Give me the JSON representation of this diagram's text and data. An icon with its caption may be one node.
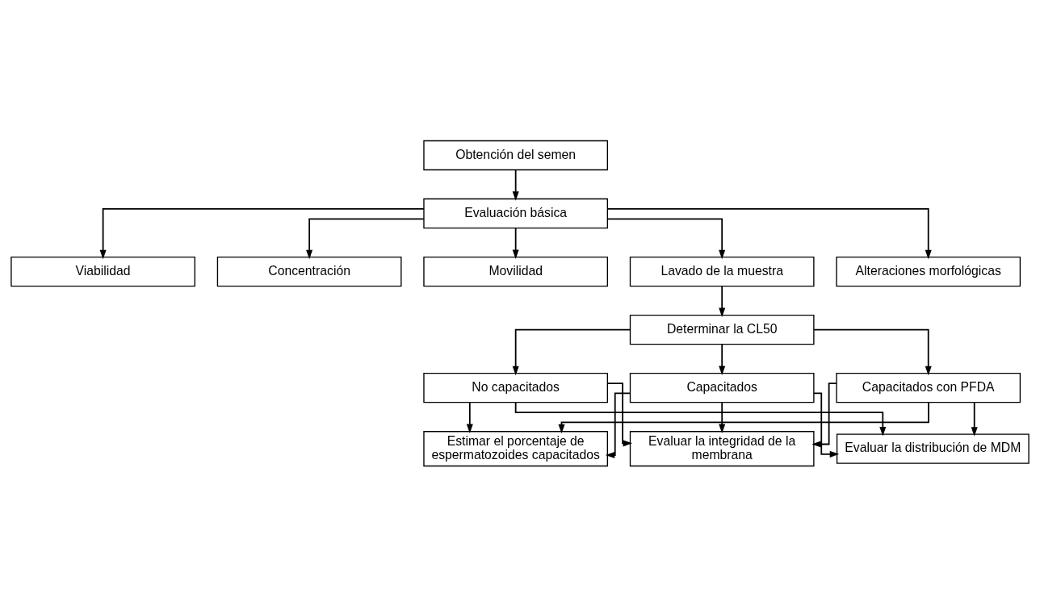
{
  "diagram": {
    "nodes": [
      {
        "text": [
          "Obtención del semen"
        ]
      },
      {
        "text": [
          "Viabilidad"
        ]
      },
      {
        "text": [
          "Concentración"
        ]
      },
      {
        "text": [
          "Evaluación básica"
        ]
      },
      {
        "text": [
          "Movilidad"
        ]
      },
      {
        "text": [
          "Lavado de la muestra"
        ]
      },
      {
        "text": [
          "Alteraciones morfológicas"
        ]
      },
      {
        "text": [
          "Determinar la CL50"
        ]
      },
      {
        "text": [
          "No capacitados"
        ]
      },
      {
        "text": [
          "Capacitados"
        ]
      },
      {
        "text": [
          "Capacitados con PFDA"
        ]
      },
      {
        "text": [
          "Estimar el porcentaje de espermatozoides capacitados"
        ]
      },
      {
        "text": [
          "Evaluar la integridad de la membrana"
        ]
      },
      {
        "text": [
          "Evaluar la distribución de MDM"
        ]
      }
    ],
    "edges": [
      {
        "from": 0,
        "to": 3,
        "arrow": "to"
      },
      {
        "from": 3,
        "to": 1,
        "arrow": "to"
      },
      {
        "from": 3,
        "to": 2,
        "arrow": "to"
      },
      {
        "from": 3,
        "to": 4,
        "arrow": "to"
      },
      {
        "from": 3,
        "to": 6,
        "arrow": "to"
      },
      {
        "from": 3,
        "to": 5,
        "arrow": "to"
      },
      {
        "from": 5,
        "to": 7,
        "arrow": "to"
      },
      {
        "from": 7,
        "to": 8,
        "arrow": "to"
      },
      {
        "from": 7,
        "to": 9,
        "arrow": "to"
      },
      {
        "from": 7,
        "to": 10,
        "arrow": "to"
      },
      {
        "from": 8,
        "to": 11,
        "arrow": "to"
      },
      {
        "from": 8,
        "to": 12,
        "arrow": "to"
      },
      {
        "from": 8,
        "to": 13,
        "arrow": "to"
      },
      {
        "from": 9,
        "to": 11,
        "arrow": "to"
      },
      {
        "from": 9,
        "to": 12,
        "arrow": "to"
      },
      {
        "from": 9,
        "to": 13,
        "arrow": "to"
      },
      {
        "from": 10,
        "to": 11,
        "arrow": "to"
      },
      {
        "from": 10,
        "to": 12,
        "arrow": "to"
      },
      {
        "from": 10,
        "to": 13,
        "arrow": "to"
      }
    ]
  }
}
